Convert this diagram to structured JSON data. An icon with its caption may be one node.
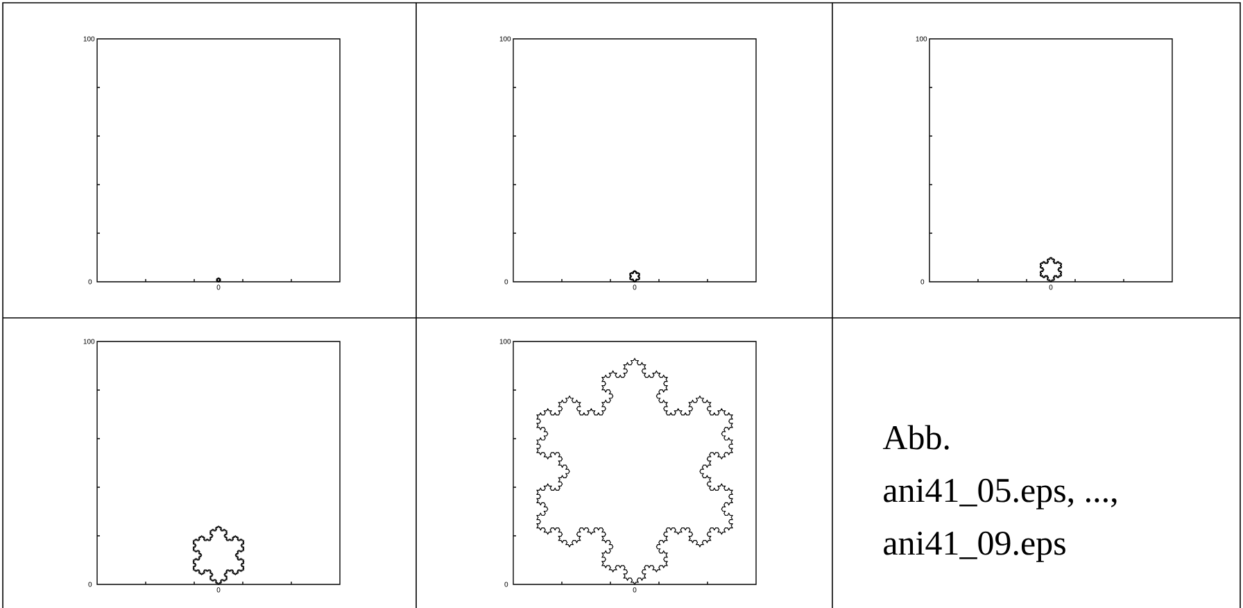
{
  "diagram": {
    "caption": "Abb. ani41_05.eps, ..., ani41_09.eps",
    "labels": [
      "100",
      "0",
      "0",
      "100",
      "0",
      "0",
      "100",
      "0",
      "0",
      "100",
      "0",
      "0",
      "100",
      "0",
      "0"
    ]
  }
}
